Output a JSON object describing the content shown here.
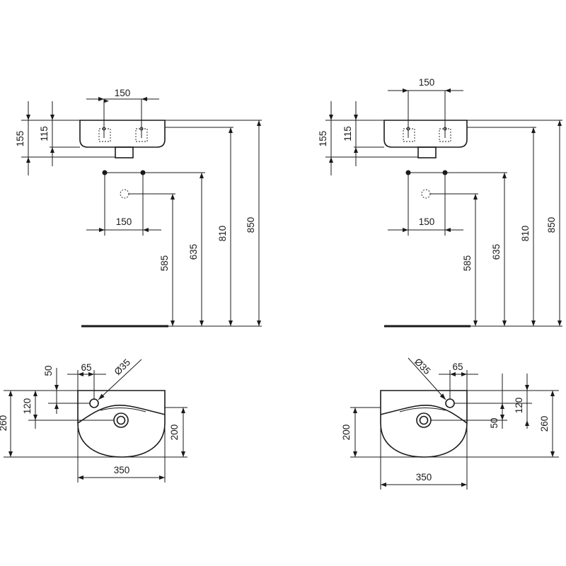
{
  "left_elevation": {
    "dim_tap_spacing": "150",
    "dim_overall_height": "155",
    "dim_basin_height": "115",
    "dim_waste_spacing": "150",
    "dim_waste_height": "585",
    "dim_supply_height": "635",
    "dim_basin_underside": "810",
    "dim_rim_height": "850"
  },
  "right_elevation": {
    "dim_tap_spacing": "150",
    "dim_overall_height": "155",
    "dim_basin_height": "115",
    "dim_waste_spacing": "150",
    "dim_waste_height": "585",
    "dim_supply_height": "635",
    "dim_basin_underside": "810",
    "dim_rim_height": "850"
  },
  "left_plan": {
    "dim_taphole_offset_y": "50",
    "dim_taphole_offset_x": "65",
    "dim_taphole_diameter": "Ø35",
    "dim_tap_to_waste": "120",
    "dim_depth": "260",
    "dim_bowl_depth": "200",
    "dim_width": "350"
  },
  "right_plan": {
    "dim_taphole_diameter": "Ø35",
    "dim_taphole_offset_x": "65",
    "dim_tap_to_waste": "120",
    "dim_depth": "260",
    "dim_bowl_depth": "200",
    "dim_taphole_offset_y": "50",
    "dim_width": "350"
  }
}
